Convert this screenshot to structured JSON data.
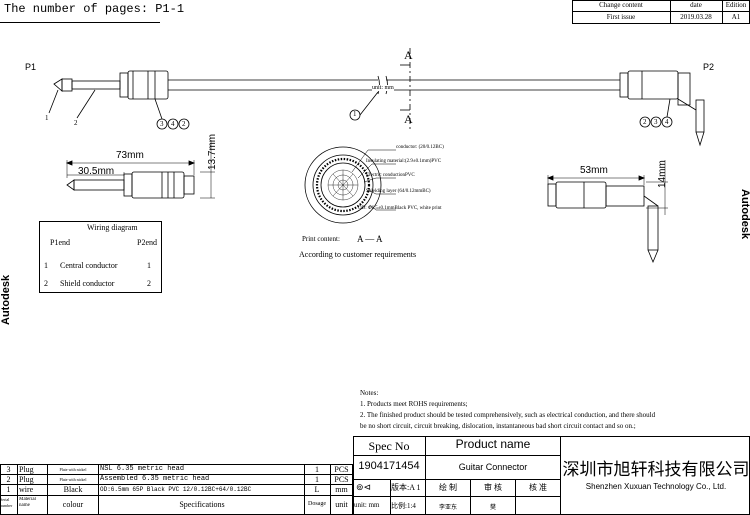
{
  "header": {
    "page_label": "The number of pages: P1-1",
    "change_content_label": "Change content",
    "date_label": "date",
    "edition_label": "Edition",
    "first_issue_label": "First issue",
    "first_issue_date": "2019.03.28",
    "first_issue_edition": "A1"
  },
  "drawing": {
    "p1_label": "P1",
    "p2_label": "P2",
    "section_letter_top": "A",
    "section_letter_bottom": "A",
    "callout_1": "1",
    "callout_2": "2",
    "callout_cable": "1",
    "p1_callouts": [
      "3",
      "4",
      "2"
    ],
    "p2_callouts": [
      "2",
      "3",
      "4"
    ],
    "dim_73": "73mm",
    "dim_30_5": "30.5mm",
    "dim_13_7": "13.7mm",
    "dim_53": "53mm",
    "dim_14": "14mm",
    "unit_label": "unit: mm",
    "print_content_label": "Print content:",
    "print_content_value": "A — A",
    "customer_req": "According to customer requirements",
    "cross_section_labels": [
      "conductor: (20/0.12BC)",
      "Insulating material:(2.9±0.1mm)PVC",
      "Electric conductionPVC",
      "Shielding layer (64/0.12mmBC)",
      "OD: Φ6.5±0.1mmBlack PVC, white print"
    ],
    "watermark_left": "Autodesk",
    "watermark_right": "Autodesk"
  },
  "wiring": {
    "title": "Wiring diagram",
    "col_left": "P1end",
    "col_right": "P2end",
    "rows": [
      {
        "left": "1",
        "name": "Central conductor",
        "right": "1"
      },
      {
        "left": "2",
        "name": "Shield conductor",
        "right": "2"
      }
    ]
  },
  "notes": {
    "title": "Notes:",
    "lines": [
      "1. Products meet ROHS requirements;",
      "2. The finished product should be tested comprehensively, such as electrical conduction, and there  should",
      "be no short circuit, circuit breaking, dislocation, instantaneous bad short circuit contact and so on.;"
    ]
  },
  "title_block": {
    "spec_no_label": "Spec No",
    "spec_no": "1904171454",
    "product_name_label": "Product name",
    "product_name": "Guitar Connector",
    "version_label": "版本:A 1",
    "drawn_label": "绘 制",
    "check_label": "审 核",
    "approve_label": "核 准",
    "unit_label": "unit: mm",
    "scale_label": "比例:1:4",
    "drawer_name": "李亚东",
    "checker_name": "樊",
    "company_cn": "深圳市旭轩科技有限公司",
    "company_en": "Shenzhen Xuxuan Technology Co., Ltd."
  },
  "bom": {
    "rows": [
      {
        "no": "3",
        "name": "Plug",
        "note": "Plate with nickel",
        "spec": "NSL 6.35 metric head",
        "qty": "1",
        "unit": "PCS"
      },
      {
        "no": "2",
        "name": "Plug",
        "note": "Plate with nickel",
        "spec": "Assembled 6.35 metric head",
        "qty": "1",
        "unit": "PCS"
      },
      {
        "no": "1",
        "name": "wire",
        "note": "Black",
        "spec": "OD:6.5mm 65P Black PVC 12/0.12BC+64/0.12BC",
        "qty": "L",
        "unit": "mm"
      }
    ],
    "footer": {
      "serial": "Serial number",
      "material": "Material name",
      "colour": "colour",
      "specs": "Specifications",
      "dosage": "Dosage",
      "unit": "unit"
    }
  }
}
